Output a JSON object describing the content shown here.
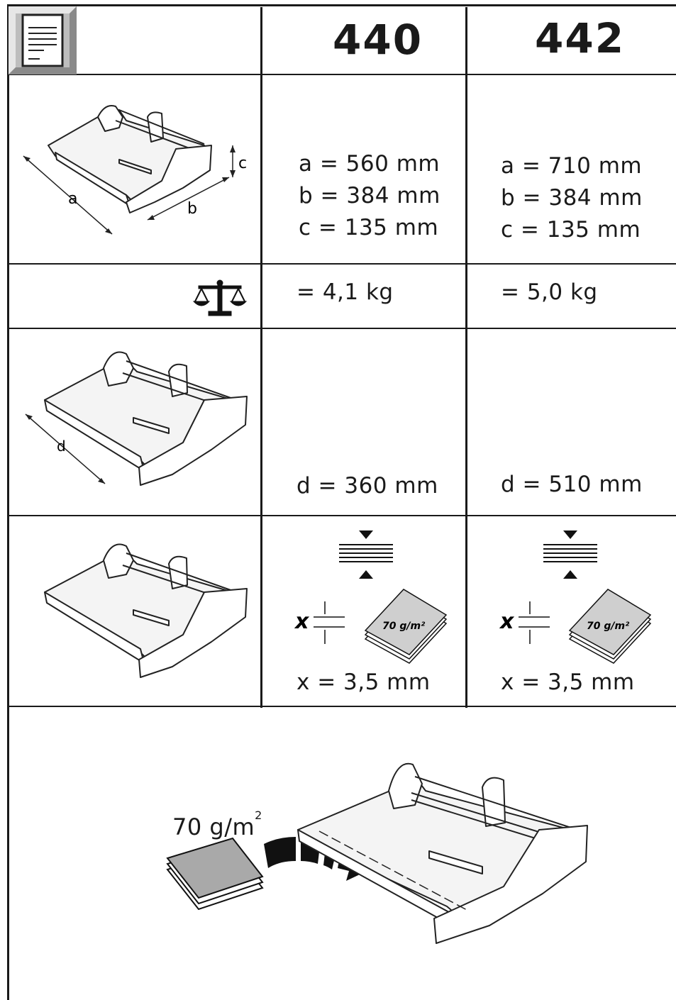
{
  "header": {
    "model_440": "440",
    "model_442": "442"
  },
  "dimensions_row": {
    "diagram_labels": {
      "a": "a",
      "b": "b",
      "c": "c"
    },
    "m440": [
      "a = 560 mm",
      "b = 384 mm",
      "c = 135 mm"
    ],
    "m442": [
      "a = 710 mm",
      "b = 384 mm",
      "c = 135 mm"
    ]
  },
  "weight_row": {
    "icon": "scale-icon",
    "m440": "= 4,1 kg",
    "m442": "= 5,0 kg"
  },
  "cut_length_row": {
    "diagram_label": "d",
    "m440": "d = 360 mm",
    "m442": "d = 510 mm"
  },
  "capacity_row": {
    "paper_label": "70 g/m²",
    "x_label": "x",
    "m440": "x = 3,5 mm",
    "m442": "x = 3,5 mm"
  },
  "bottom": {
    "paper_weight_label": "70 g/m",
    "paper_weight_sup": "2"
  }
}
